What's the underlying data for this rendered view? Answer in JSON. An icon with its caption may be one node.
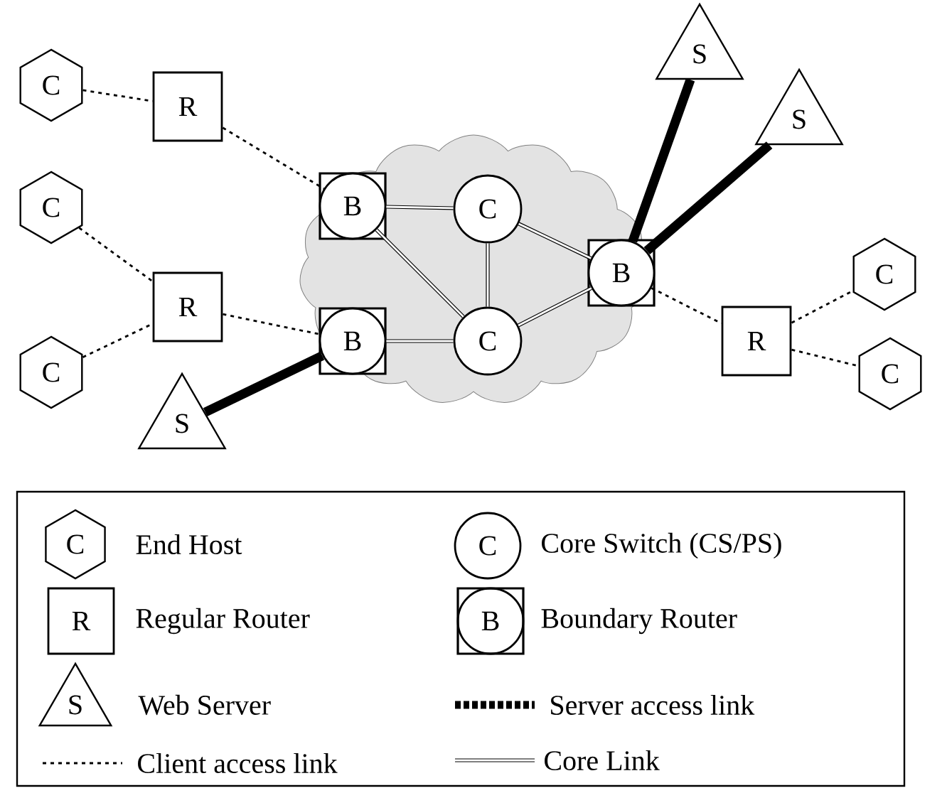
{
  "diagram": {
    "nodes": [
      {
        "text": [
          "C"
        ]
      },
      {
        "text": [
          "R"
        ]
      },
      {
        "text": [
          "C"
        ]
      },
      {
        "text": [
          "R"
        ]
      },
      {
        "text": [
          "C"
        ]
      },
      {
        "text": [],
        "shape": "cloud"
      },
      {
        "text": [
          "B"
        ],
        "in": 5
      },
      {
        "text": [
          "C"
        ],
        "in": 5
      },
      {
        "text": [
          "B"
        ],
        "in": 5
      },
      {
        "text": [
          "C"
        ],
        "in": 5
      },
      {
        "text": [
          "B"
        ],
        "in": 5
      },
      {
        "text": [
          "S"
        ]
      },
      {
        "text": [
          "S"
        ]
      },
      {
        "text": [
          "S"
        ]
      },
      {
        "text": [
          "R"
        ]
      },
      {
        "text": [
          "C"
        ]
      },
      {
        "text": [
          "C"
        ]
      }
    ],
    "edges": [
      {
        "from": 0,
        "to": 1,
        "arrow": "none",
        "style": "dashed"
      },
      {
        "from": 1,
        "to": 6,
        "arrow": "none",
        "style": "dashed"
      },
      {
        "from": 2,
        "to": 3,
        "arrow": "none",
        "style": "dashed"
      },
      {
        "from": 4,
        "to": 3,
        "arrow": "none",
        "style": "dashed"
      },
      {
        "from": 3,
        "to": 8,
        "arrow": "none",
        "style": "dashed"
      },
      {
        "from": 13,
        "to": 8,
        "arrow": "none",
        "style": "thick"
      },
      {
        "from": 6,
        "to": 7,
        "arrow": "none"
      },
      {
        "from": 6,
        "to": 9,
        "arrow": "none"
      },
      {
        "from": 7,
        "to": 9,
        "arrow": "none"
      },
      {
        "from": 7,
        "to": 10,
        "arrow": "none"
      },
      {
        "from": 8,
        "to": 9,
        "arrow": "none"
      },
      {
        "from": 9,
        "to": 10,
        "arrow": "none"
      },
      {
        "from": 10,
        "to": 11,
        "arrow": "none",
        "style": "thick"
      },
      {
        "from": 10,
        "to": 12,
        "arrow": "none",
        "style": "thick"
      },
      {
        "from": 10,
        "to": 14,
        "arrow": "none",
        "style": "dashed"
      },
      {
        "from": 14,
        "to": 15,
        "arrow": "none",
        "style": "dashed"
      },
      {
        "from": 14,
        "to": 16,
        "arrow": "none",
        "style": "dashed"
      }
    ],
    "labels": [
      "C",
      "C",
      "R",
      "B",
      "S"
    ],
    "legend": [
      {
        "text": "End Host"
      },
      {
        "text": "Core Switch (CS/PS)"
      },
      {
        "text": "Regular Router"
      },
      {
        "text": "Boundary Router"
      },
      {
        "text": "Web Server"
      },
      {
        "text": "Server access link"
      },
      {
        "text": "Client access link"
      },
      {
        "text": "Core Link"
      }
    ]
  }
}
